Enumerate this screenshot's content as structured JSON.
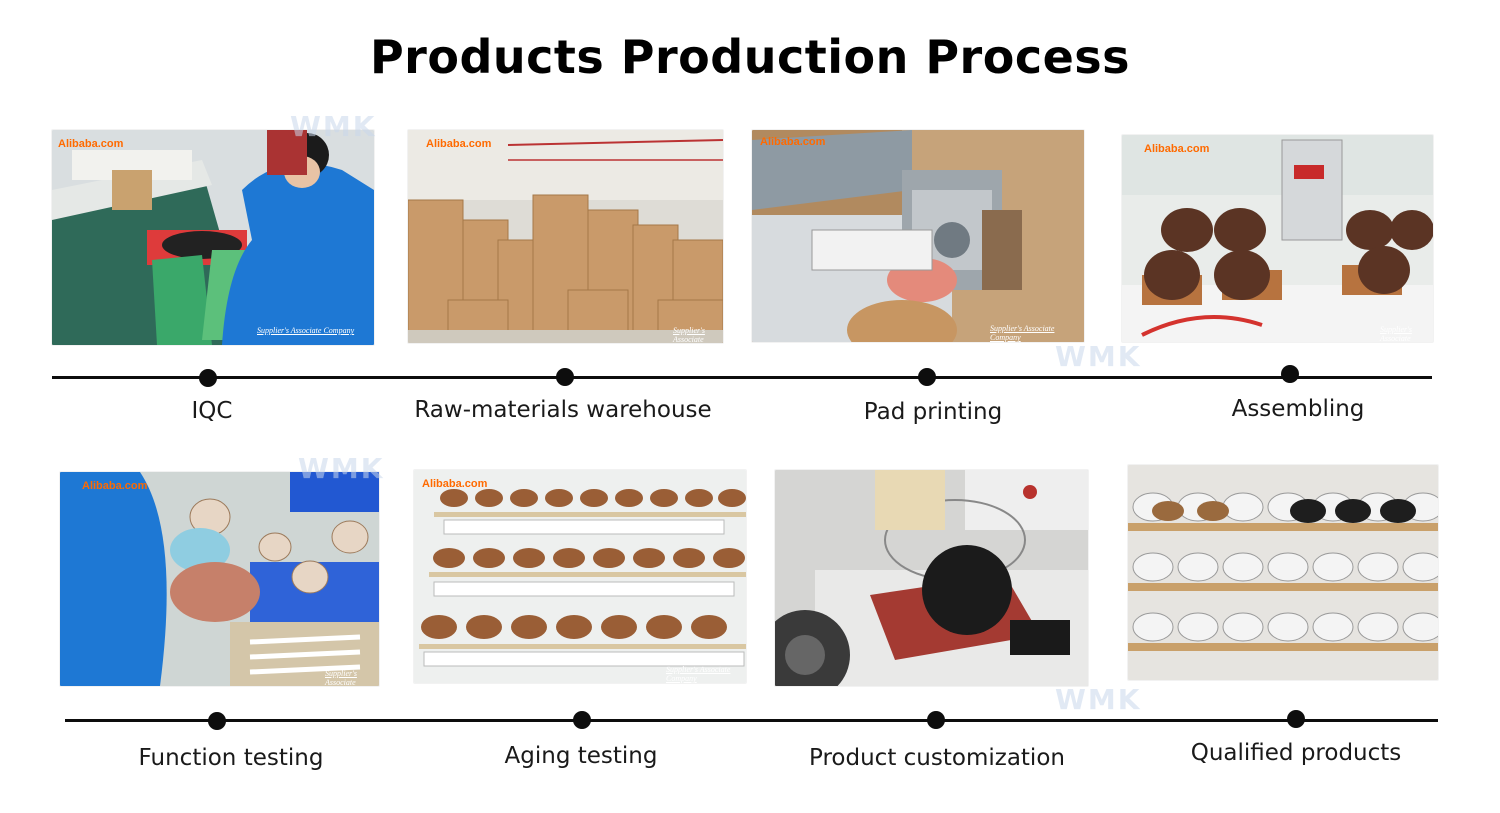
{
  "page_title": "Products Production Process",
  "watermark": "WMK",
  "overlay": {
    "alibaba": "Alibaba.com",
    "associate": "Supplier's  Associate  Company"
  },
  "steps": [
    {
      "label": "IQC",
      "icon": "worker-inspecting-photo"
    },
    {
      "label": "Raw-materials warehouse",
      "icon": "warehouse-boxes-photo"
    },
    {
      "label": "Pad printing",
      "icon": "pad-printing-machine-photo"
    },
    {
      "label": "Assembling",
      "icon": "assembly-line-photo"
    },
    {
      "label": "Function testing",
      "icon": "function-testing-photo"
    },
    {
      "label": "Aging testing",
      "icon": "aging-rack-photo"
    },
    {
      "label": "Product customization",
      "icon": "customization-machine-photo"
    },
    {
      "label": "Qualified products",
      "icon": "finished-products-shelf-photo"
    }
  ],
  "colors": {
    "timeline": "#0d0d0d",
    "cardboard": "#c99a6a",
    "wood": "#8a5332",
    "worker_blue": "#1e78d4"
  }
}
